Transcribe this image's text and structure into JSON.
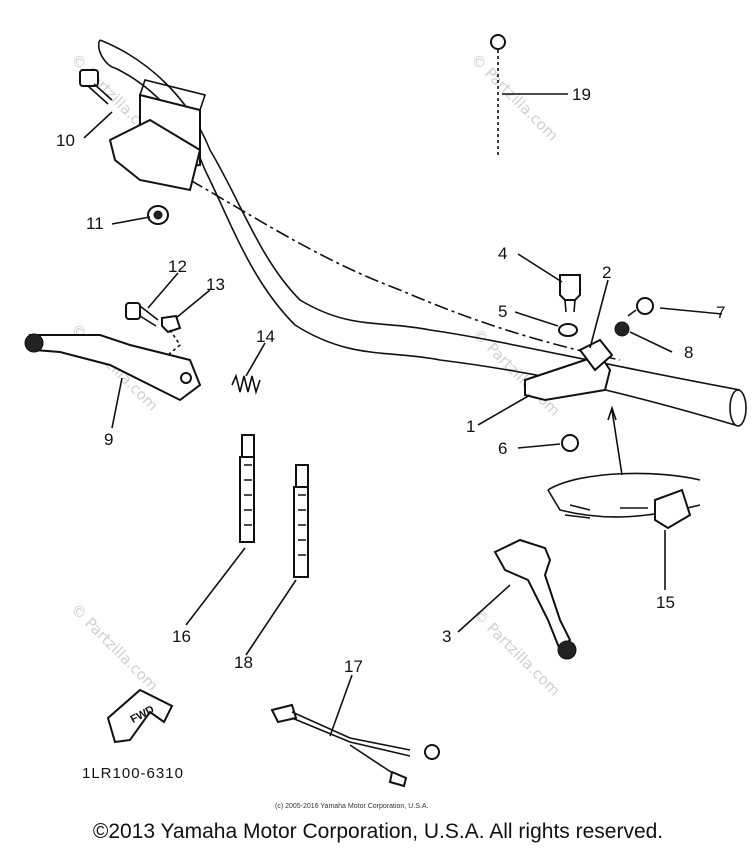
{
  "watermark": "© Partzilla.com",
  "diagram_code": "1LR100-6310",
  "fwd_label": "FWD",
  "small_copyright": "(c) 2005-2016 Yamaha Motor Corporation, U.S.A.",
  "copyright": "©2013 Yamaha Motor Corporation, U.S.A. All rights reserved.",
  "callouts": [
    "1",
    "2",
    "3",
    "4",
    "5",
    "6",
    "7",
    "8",
    "9",
    "10",
    "11",
    "12",
    "13",
    "14",
    "15",
    "16",
    "17",
    "18",
    "19"
  ]
}
